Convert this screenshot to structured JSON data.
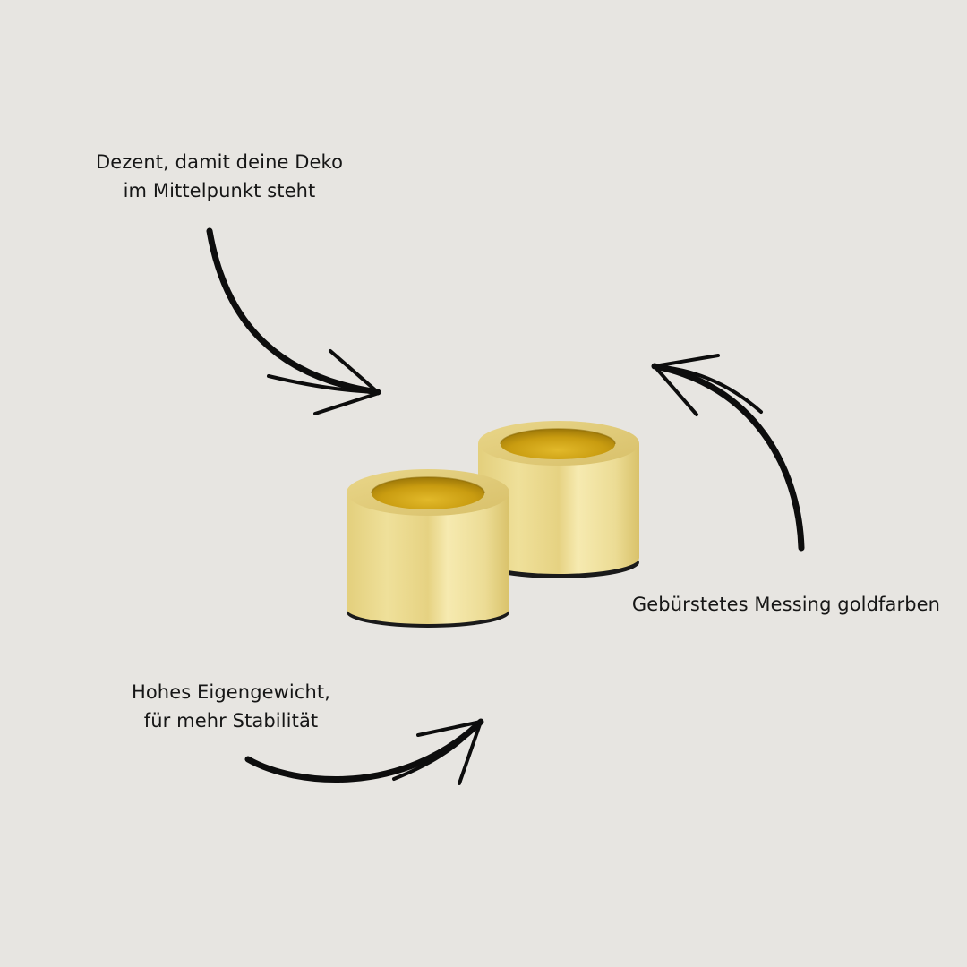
{
  "infographic": {
    "background_color": "#e7e5e1",
    "text_color": "#161616",
    "product": {
      "name": "brass-candle-holders",
      "count": 2,
      "finish_colors": {
        "outer_light": "#f3e6a4",
        "outer_mid": "#e6d27f",
        "outer_dark": "#cdb55c",
        "inner_gold": "#c69a0e",
        "base_ring": "#1a1a1a"
      }
    },
    "callouts": [
      {
        "id": "top-left",
        "lines": [
          "Dezent, damit deine Deko",
          "im Mittelpunkt steht"
        ],
        "arrow": "curved-arrow-pointing-right-down"
      },
      {
        "id": "right",
        "lines": [
          "Gebürstetes Messing goldfarben"
        ],
        "arrow": "curved-arrow-pointing-left-up"
      },
      {
        "id": "bottom-left",
        "lines": [
          "Hohes Eigengewicht,",
          "für mehr Stabilität"
        ],
        "arrow": "curved-arrow-pointing-right-up"
      }
    ]
  }
}
